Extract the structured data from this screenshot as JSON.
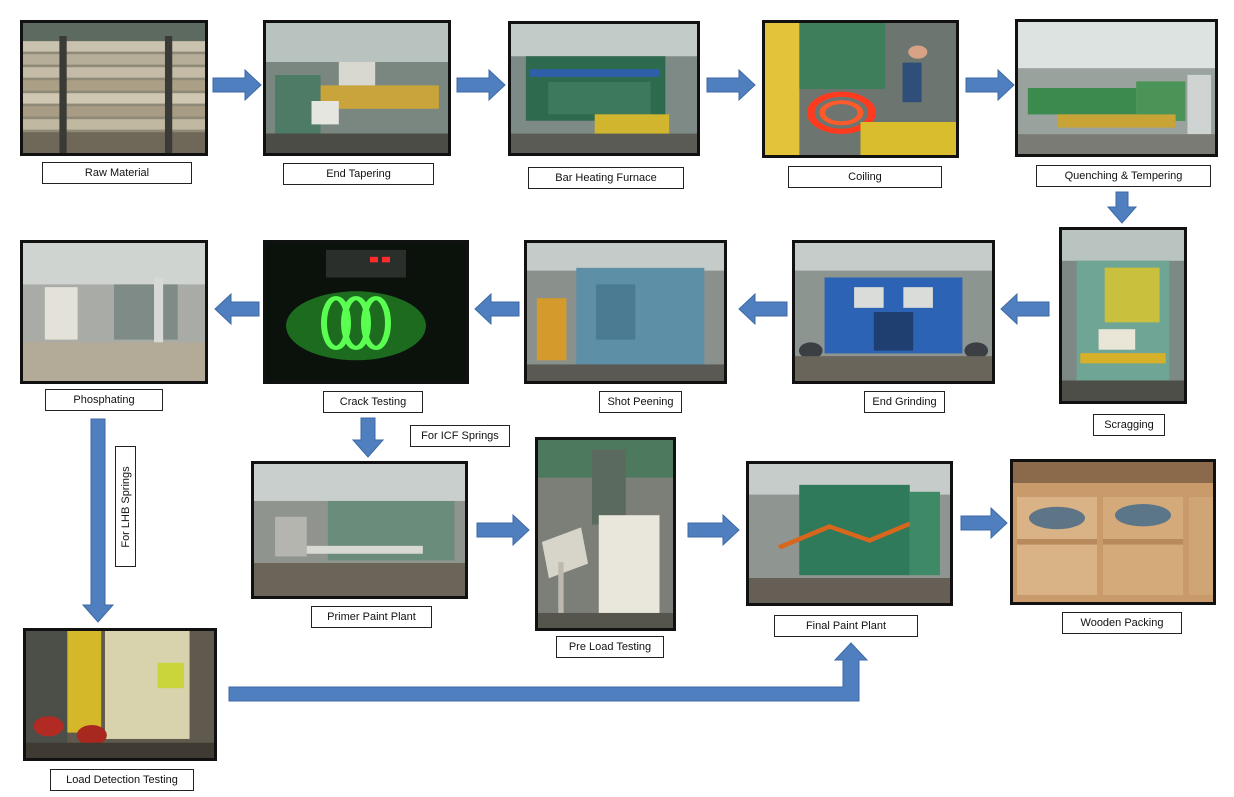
{
  "colors": {
    "arrow": "#4f7fbf",
    "frame": "#111111"
  },
  "steps": {
    "raw_material": "Raw Material",
    "end_tapering": "End Tapering",
    "bar_heating": "Bar Heating Furnace",
    "coiling": "Coiling",
    "quenching": "Quenching & Tempering",
    "scragging": "Scragging",
    "end_grinding": "End Grinding",
    "shot_peening": "Shot Peening",
    "crack_testing": "Crack Testing",
    "phosphating": "Phosphating",
    "primer_paint": "Primer Paint Plant",
    "pre_load": "Pre Load Testing",
    "final_paint": "Final Paint Plant",
    "wooden_packing": "Wooden Packing",
    "load_detection": "Load Detection Testing"
  },
  "branches": {
    "icf": "For ICF Springs",
    "lhb": "For LHB Springs"
  }
}
